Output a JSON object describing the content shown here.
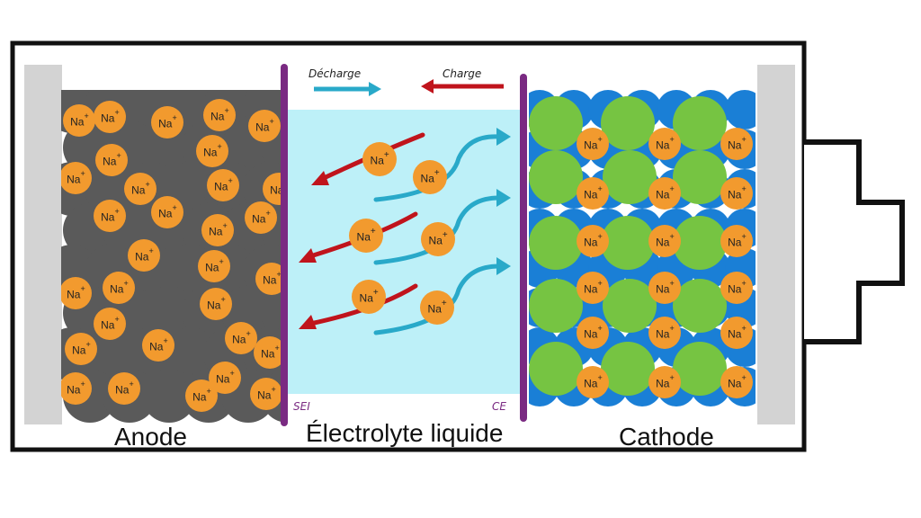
{
  "labels": {
    "anode": "Anode",
    "electrolyte": "Électrolyte liquide",
    "cathode": "Cathode",
    "sei": "SEI",
    "ce": "CE",
    "discharge": "Décharge",
    "charge": "Charge"
  },
  "ion": {
    "base": "Na",
    "charge": "+"
  },
  "colors": {
    "outline": "#111111",
    "current_collector": "#d3d3d3",
    "anode_carbon": "#5a5a5a",
    "sodium_ion": "#f29a2e",
    "electrolyte": "#bdf0f8",
    "separator_interface": "#7a2a82",
    "discharge_arrow": "#29a9c9",
    "charge_arrow": "#c0141c",
    "cathode_green": "#76c442",
    "cathode_blue": "#1a7fd6"
  }
}
